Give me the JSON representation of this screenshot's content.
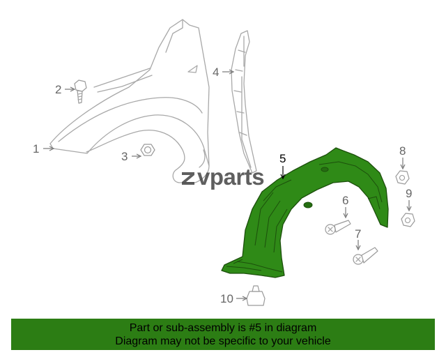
{
  "watermark": {
    "text": "vparts",
    "logo_letter": "z"
  },
  "callouts": [
    {
      "id": "1",
      "label": "1"
    },
    {
      "id": "2",
      "label": "2"
    },
    {
      "id": "3",
      "label": "3"
    },
    {
      "id": "4",
      "label": "4"
    },
    {
      "id": "5",
      "label": "5",
      "highlighted": true
    },
    {
      "id": "6",
      "label": "6"
    },
    {
      "id": "7",
      "label": "7"
    },
    {
      "id": "8",
      "label": "8"
    },
    {
      "id": "9",
      "label": "9"
    },
    {
      "id": "10",
      "label": "10"
    }
  ],
  "banner": {
    "line1": "Part or sub-assembly is #5 in diagram",
    "line2": "Diagram may not be specific to your vehicle"
  },
  "colors": {
    "highlight_part": "#2f8a17",
    "banner_bg": "#2c7d14",
    "outline": "#a8a8a8"
  }
}
